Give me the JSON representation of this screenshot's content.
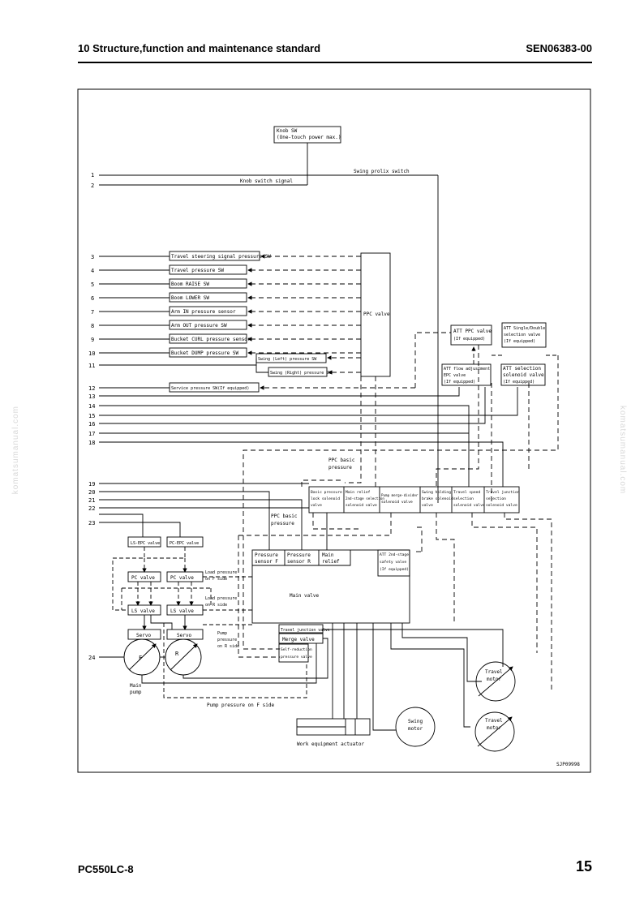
{
  "header": {
    "section_title": "10 Structure,function and maintenance standard",
    "doc_code": "SEN06383-00"
  },
  "footer": {
    "model": "PC550LC-8",
    "page_number": "15"
  },
  "watermark": "komatsumanual.com",
  "diagram": {
    "figure_code": "SJP09998",
    "knob_sw_line1": "Knob SW",
    "knob_sw_line2": "(One-touch power max.)",
    "knob_switch_signal": "Knob switch signal",
    "swing_prolix_switch": "Swing prolix switch",
    "terminals": [
      "1",
      "2",
      "3",
      "4",
      "5",
      "6",
      "7",
      "8",
      "9",
      "10",
      "11",
      "12",
      "13",
      "14",
      "15",
      "16",
      "17",
      "18",
      "19",
      "20",
      "21",
      "22",
      "23",
      "24"
    ],
    "switches": [
      "Travel steering signal pressure SW",
      "Travel pressure SW",
      "Boom RAISE SW",
      "Boom LOWER SW",
      "Arm IN pressure sensor",
      "Arm OUT pressure SW",
      "Bucket CURL pressure sensor",
      "Bucket DUMP pressure SW",
      "Swing (Left) pressure SW",
      "Swing (Right) pressure SW",
      "Service pressure SW(If equipped)"
    ],
    "ppc_valve": "PPC valve",
    "att_ppc_valve": [
      "ATT PPC valve",
      "(If equipped)"
    ],
    "att_single_double": [
      "ATT Single/Double",
      "selection valve",
      "(If equipped)"
    ],
    "att_flow_adj": [
      "ATT flow adjustment",
      "EPC valve",
      "(If equipped)"
    ],
    "att_selection": [
      "ATT selection",
      "solenoid valve",
      "(If equipped)"
    ],
    "ppc_basic_pressure": [
      "PPC basic",
      "pressure"
    ],
    "ppc_basic_pressure_2": [
      "PPC basic",
      "pressure"
    ],
    "solenoids": [
      [
        "Basic pressure",
        "lock solenoid",
        "valve"
      ],
      [
        "Main relief",
        "2nd-stage selection",
        "solenoid valve"
      ],
      [
        "Pump merge-divider",
        "solenoid valve"
      ],
      [
        "Swing holding",
        "brake solenoid",
        "valve"
      ],
      [
        "Travel speed",
        "selection",
        "solenoid valve"
      ],
      [
        "Travel junction",
        "selection",
        "solenoid valve"
      ]
    ],
    "pressure_sensor_f": [
      "Pressure",
      "sensor F"
    ],
    "pressure_sensor_r": [
      "Pressure",
      "sensor R"
    ],
    "main_relief": [
      "Main",
      "relief"
    ],
    "att_2nd_stage": [
      "ATT 2nd-stage",
      "safety valve",
      "(If equipped)"
    ],
    "main_valve": "Main valve",
    "ls_epc_valve": "LS-EPC valve",
    "pc_epc_valve": "PC-EPC valve",
    "pc_valve": "PC valve",
    "ls_valve": "LS valve",
    "servo": "Servo",
    "pump_f": "F",
    "pump_r": "R",
    "main_pump": [
      "Main",
      "pump"
    ],
    "load_pressure_f": [
      "Load pressure",
      "on F side"
    ],
    "load_pressure_r": [
      "Load pressure",
      "on R side"
    ],
    "pump_pressure_r": [
      "Pump",
      "pressure",
      "on R side"
    ],
    "pump_pressure_f": "Pump pressure on F side",
    "travel_junction_valve": "Travel junction valve",
    "merge_valve": "Merge valve",
    "self_reduction": [
      "Self-reduction",
      "pressure valve"
    ],
    "swing_motor": [
      "Swing",
      "motor"
    ],
    "travel_motor": [
      "Travel",
      "motor"
    ],
    "travel_motor_2": [
      "Travel",
      "motor"
    ],
    "work_equipment_actuator": "Work equipment actuator"
  }
}
